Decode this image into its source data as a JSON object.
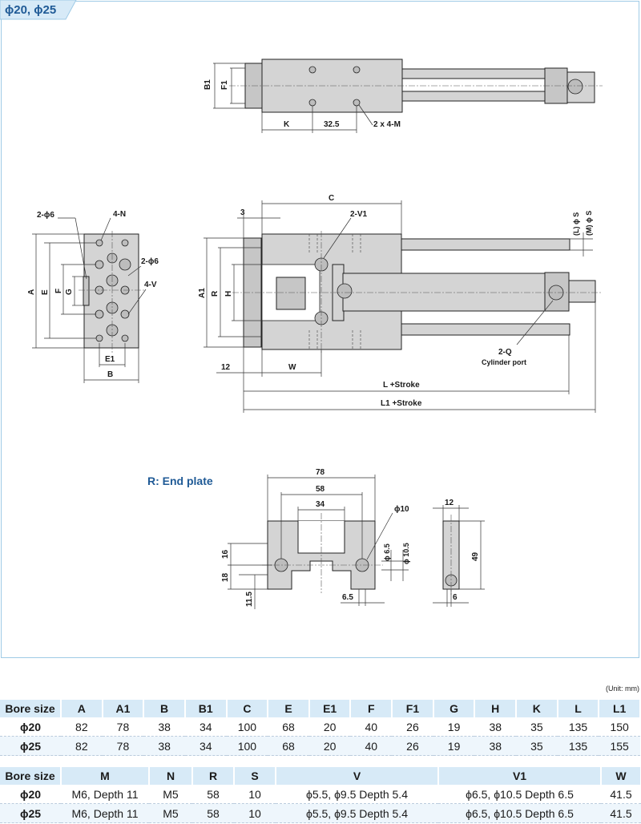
{
  "bore_tab": "ϕ20,  ϕ25",
  "labels": {
    "top_view": {
      "b1": "B1",
      "f1": "F1",
      "k": "K",
      "k_val": "32.5",
      "holes": "2 x 4-M"
    },
    "end_view": {
      "pin_holes_left": "2-ϕ6",
      "n": "4-N",
      "pin_holes_right": "2-ϕ6",
      "v": "4-V",
      "a": "A",
      "e": "E",
      "f": "F",
      "g": "G",
      "e1": "E1",
      "b": "B"
    },
    "side_view": {
      "three": "3",
      "c": "C",
      "v1": "2-V1",
      "ls": "(L) ϕ S",
      "ms": "(M) ϕ S",
      "a1": "A1",
      "r": "R",
      "h": "H",
      "twelve": "12",
      "w": "W",
      "q": "2-Q",
      "port": "Cylinder port",
      "l_stroke": "L +Stroke",
      "l1_stroke": "L1 +Stroke"
    },
    "end_plate": {
      "title": "R: End plate",
      "d78": "78",
      "d58": "58",
      "d34": "34",
      "phi10": "ϕ10",
      "phi6_5": "ϕ 6.5",
      "phi10_5": "ϕ 10.5",
      "d16": "16",
      "d18": "18",
      "d11_5": "11.5",
      "d6_5": "6.5",
      "d12": "12",
      "d49": "49",
      "d6": "6"
    }
  },
  "unit_note": "(Unit: mm)",
  "table1": {
    "headers": [
      "Bore size",
      "A",
      "A1",
      "B",
      "B1",
      "C",
      "E",
      "E1",
      "F",
      "F1",
      "G",
      "H",
      "K",
      "L",
      "L1"
    ],
    "rows": [
      [
        "ϕ20",
        "82",
        "78",
        "38",
        "34",
        "100",
        "68",
        "20",
        "40",
        "26",
        "19",
        "38",
        "35",
        "135",
        "150"
      ],
      [
        "ϕ25",
        "82",
        "78",
        "38",
        "34",
        "100",
        "68",
        "20",
        "40",
        "26",
        "19",
        "38",
        "35",
        "135",
        "155"
      ]
    ]
  },
  "table2": {
    "headers": [
      "Bore size",
      "M",
      "N",
      "R",
      "S",
      "V",
      "V1",
      "W"
    ],
    "rows": [
      [
        "ϕ20",
        "M6,  Depth 11",
        "M5",
        "58",
        "10",
        "ϕ5.5,  ϕ9.5 Depth 5.4",
        "ϕ6.5,  ϕ10.5 Depth 6.5",
        "41.5"
      ],
      [
        "ϕ25",
        "M6,  Depth 11",
        "M5",
        "58",
        "10",
        "ϕ5.5,  ϕ9.5 Depth 5.4",
        "ϕ6.5,  ϕ10.5 Depth 6.5",
        "41.5"
      ]
    ]
  }
}
